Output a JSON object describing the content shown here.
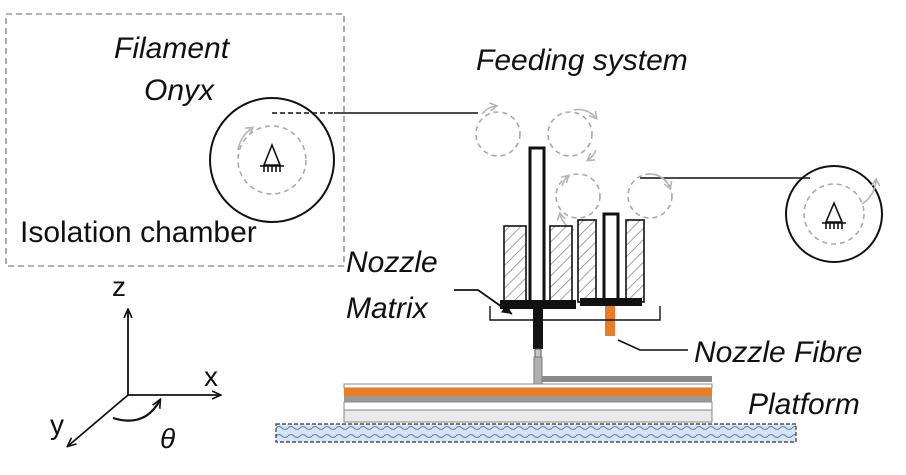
{
  "labels": {
    "filament": "Filament",
    "onyx": "Onyx",
    "feeding_system": "Feeding system",
    "isolation_chamber": "Isolation chamber",
    "nozzle": "Nozzle",
    "matrix": "Matrix",
    "nozzle_fibre": "Nozzle Fibre",
    "platform": "Platform"
  },
  "axes": {
    "z": "z",
    "x": "x",
    "y": "y",
    "theta": "θ"
  },
  "colors": {
    "line": "#111111",
    "dashed": "#9a9a9a",
    "hatch": "#8a8a8a",
    "fibre": "#f07a1e",
    "platform_fill": "#cfe0f0",
    "layer_gray": "#7a7a7a"
  }
}
